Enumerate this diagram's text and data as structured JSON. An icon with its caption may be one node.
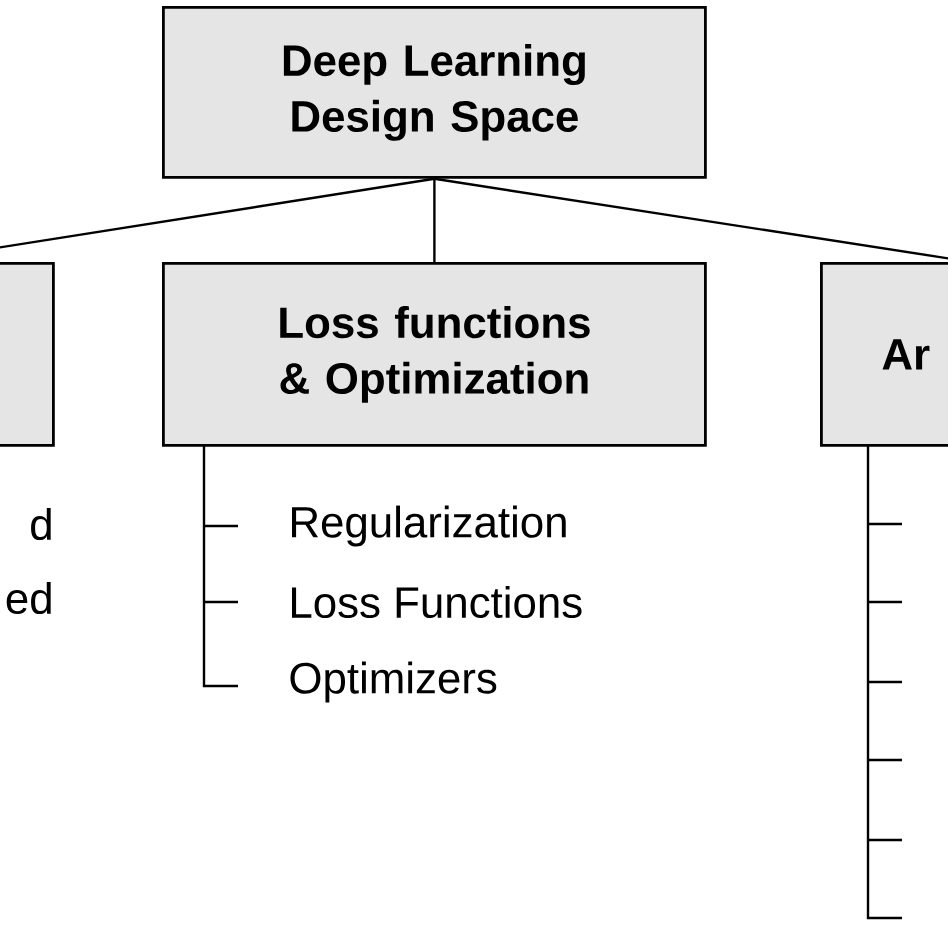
{
  "diagram": {
    "nodes": [
      {
        "text": [
          "Deep Learning Design Space"
        ]
      },
      {
        "text": [],
        "shape": "box"
      },
      {
        "text": [
          "Loss functions & Optimization"
        ]
      },
      {
        "text": [
          "Ar"
        ]
      }
    ],
    "edges": [
      {
        "from": 0,
        "to": 1,
        "arrow": "none"
      },
      {
        "from": 0,
        "to": 2,
        "arrow": "none"
      },
      {
        "from": 0,
        "to": 3,
        "arrow": "none"
      }
    ],
    "labels": [
      "d",
      "ed",
      "Regularization",
      "Loss Functions",
      "Optimizers"
    ]
  }
}
